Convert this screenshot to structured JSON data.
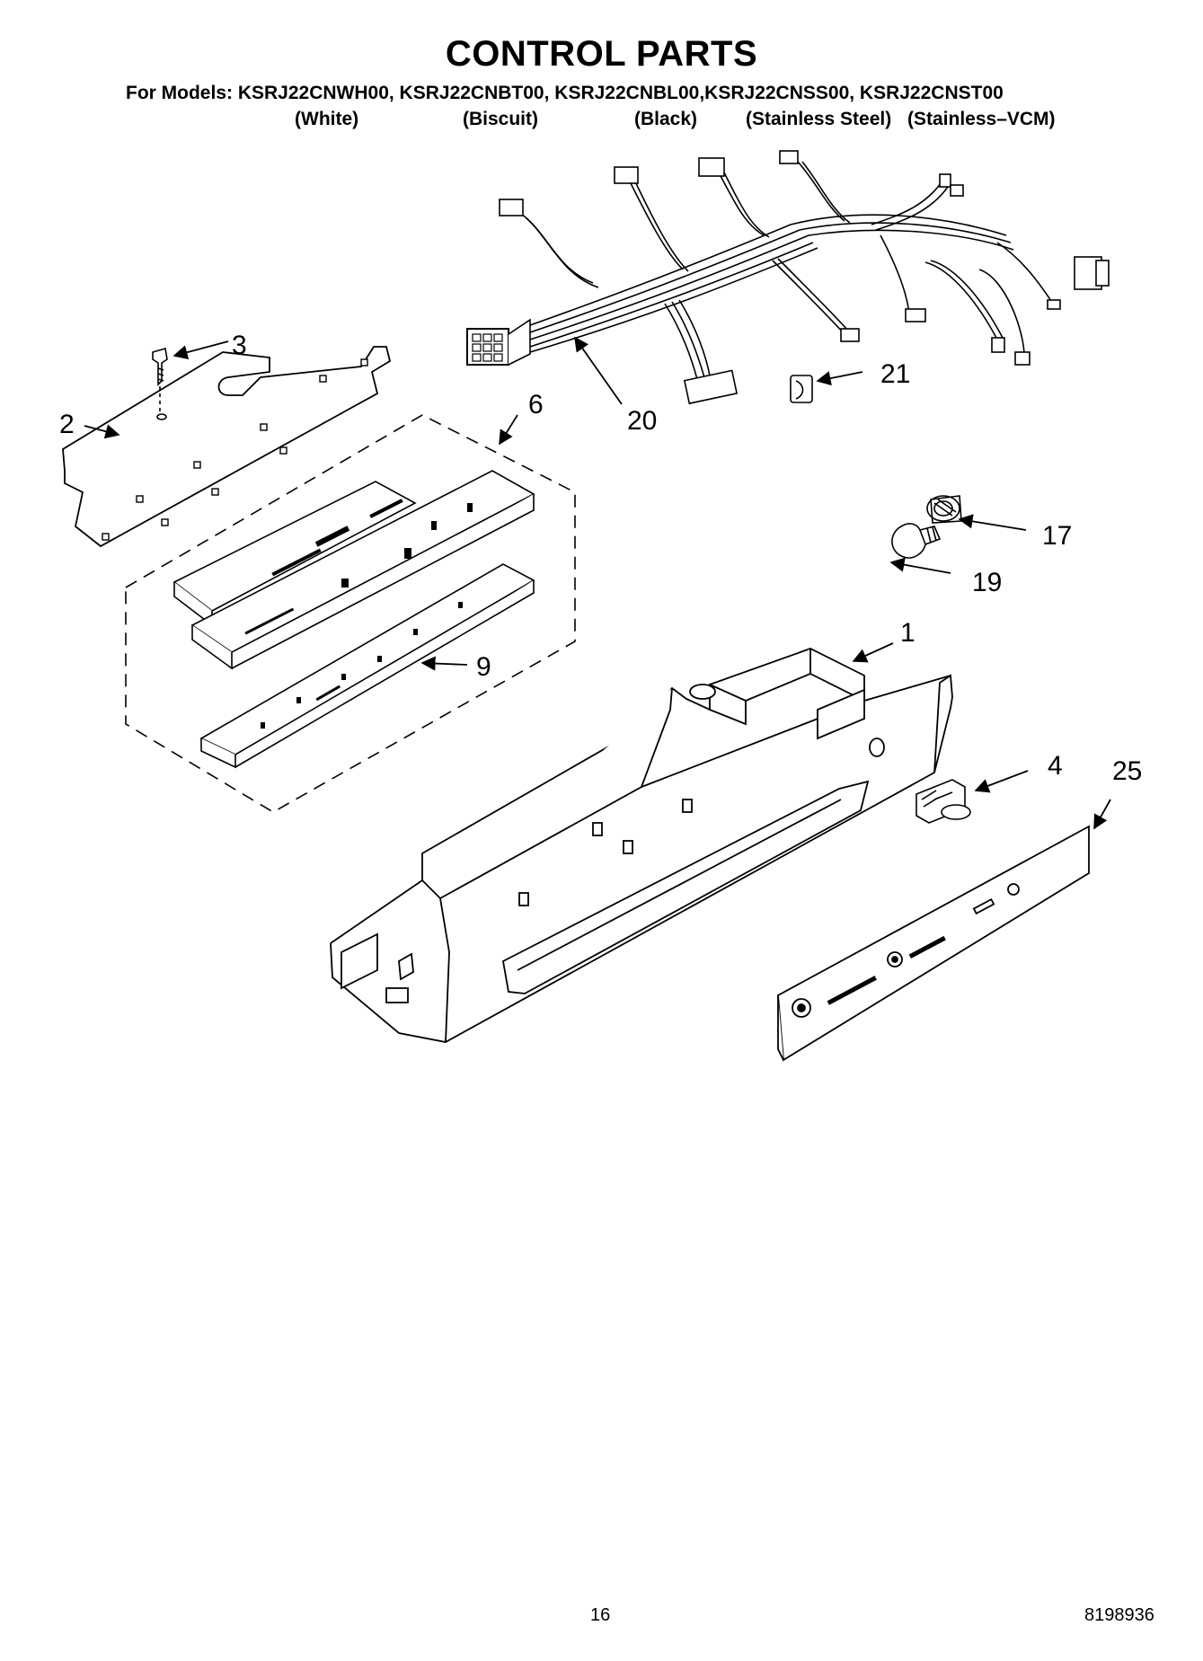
{
  "header": {
    "title": "CONTROL PARTS",
    "models": "For Models: KSRJ22CNWH00, KSRJ22CNBT00, KSRJ22CNBL00,KSRJ22CNSS00, KSRJ22CNST00",
    "variants": [
      "(White)",
      "(Biscuit)",
      "(Black)",
      "(Stainless Steel)",
      "(Stainless–VCM)"
    ]
  },
  "callouts": {
    "c1": "1",
    "c2": "2",
    "c3": "3",
    "c4": "4",
    "c6": "6",
    "c9": "9",
    "c17": "17",
    "c19": "19",
    "c20": "20",
    "c21": "21",
    "c25": "25"
  },
  "footer": {
    "page_number": "16",
    "document_number": "8198936"
  }
}
